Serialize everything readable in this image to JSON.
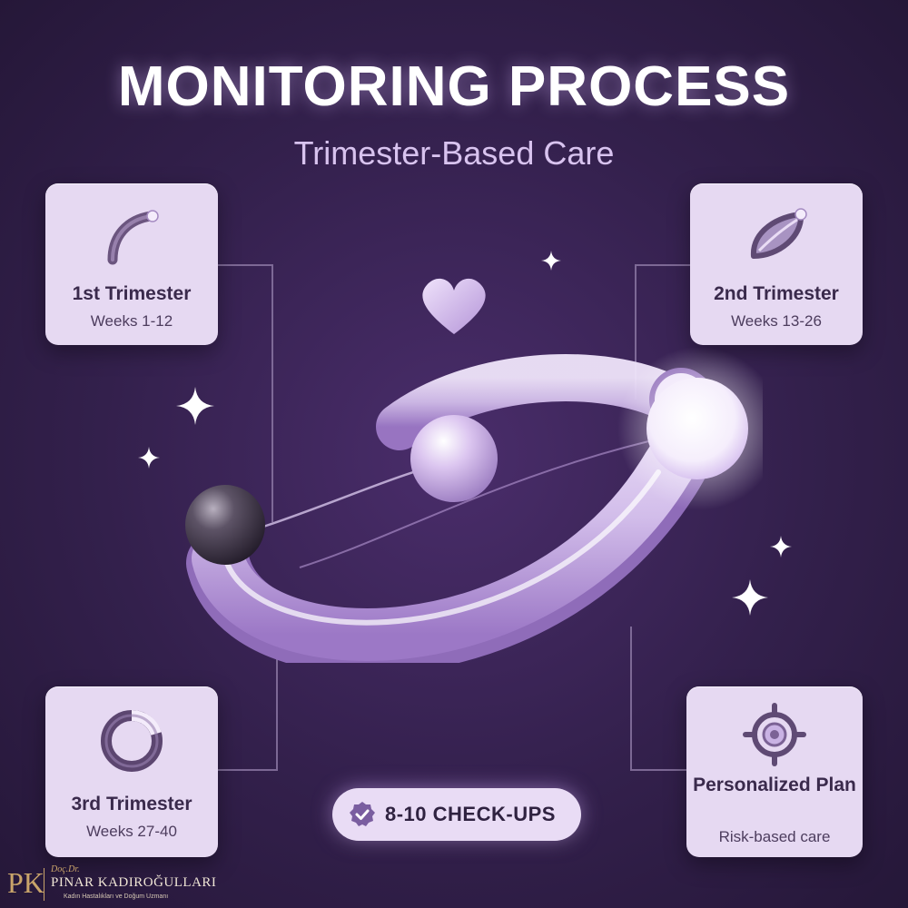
{
  "header": {
    "title": "MONITORING PROCESS",
    "subtitle": "Trimester-Based Care"
  },
  "cards": [
    {
      "label": "1st Trimester",
      "sub": "Weeks 1-12",
      "icon": "arc-icon"
    },
    {
      "label": "2nd Trimester",
      "sub": "Weeks 13-26",
      "icon": "leaf-icon"
    },
    {
      "label": "3rd Trimester",
      "sub": "Weeks 27-40",
      "icon": "ring-icon"
    },
    {
      "label": "Personalized Plan",
      "sub": "Risk-based care",
      "icon": "target-icon"
    }
  ],
  "checkups": {
    "label": "8-10 CHECK-UPS",
    "icon": "check-badge-icon"
  },
  "logo": {
    "mark": "PK",
    "prefix": "Doç.Dr.",
    "name": "PINAR KADIROĞULLARI",
    "specialty": "Kadın Hastalıkları ve Doğum Uzmanı"
  },
  "colors": {
    "background": "#33204c",
    "card": "#e6d9f2",
    "accent": "#b89ad8",
    "logo_gold": "#c9a46a"
  }
}
